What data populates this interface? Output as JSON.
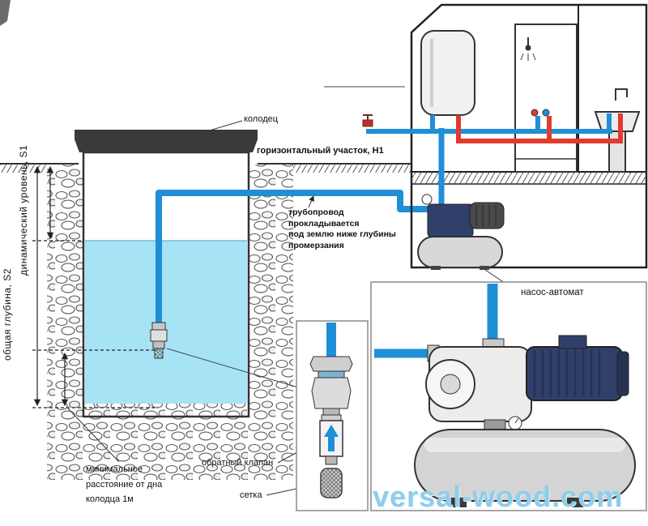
{
  "labels": {
    "well": "колодец",
    "horizontal_section": "горизонтальный участок, Н1",
    "pipeline_note": "трубопровод\nпрокладывается\nпод землю ниже глубины\nпромерзания",
    "pump_auto": "насос-автомат",
    "check_valve": "обратный клапан",
    "mesh": "сетка",
    "min_distance": "минимальное\nрасстояние от дна\nколодца 1м",
    "total_depth": "общая глубина, S2",
    "dynamic_level": "динамический уровень, S1",
    "watermark": "versal-wood.com"
  },
  "colors": {
    "cold_pipe": "#1f8fd6",
    "hot_pipe": "#e23a2e",
    "water": "#a6e3f5",
    "watermark": "#8fcdeb"
  }
}
